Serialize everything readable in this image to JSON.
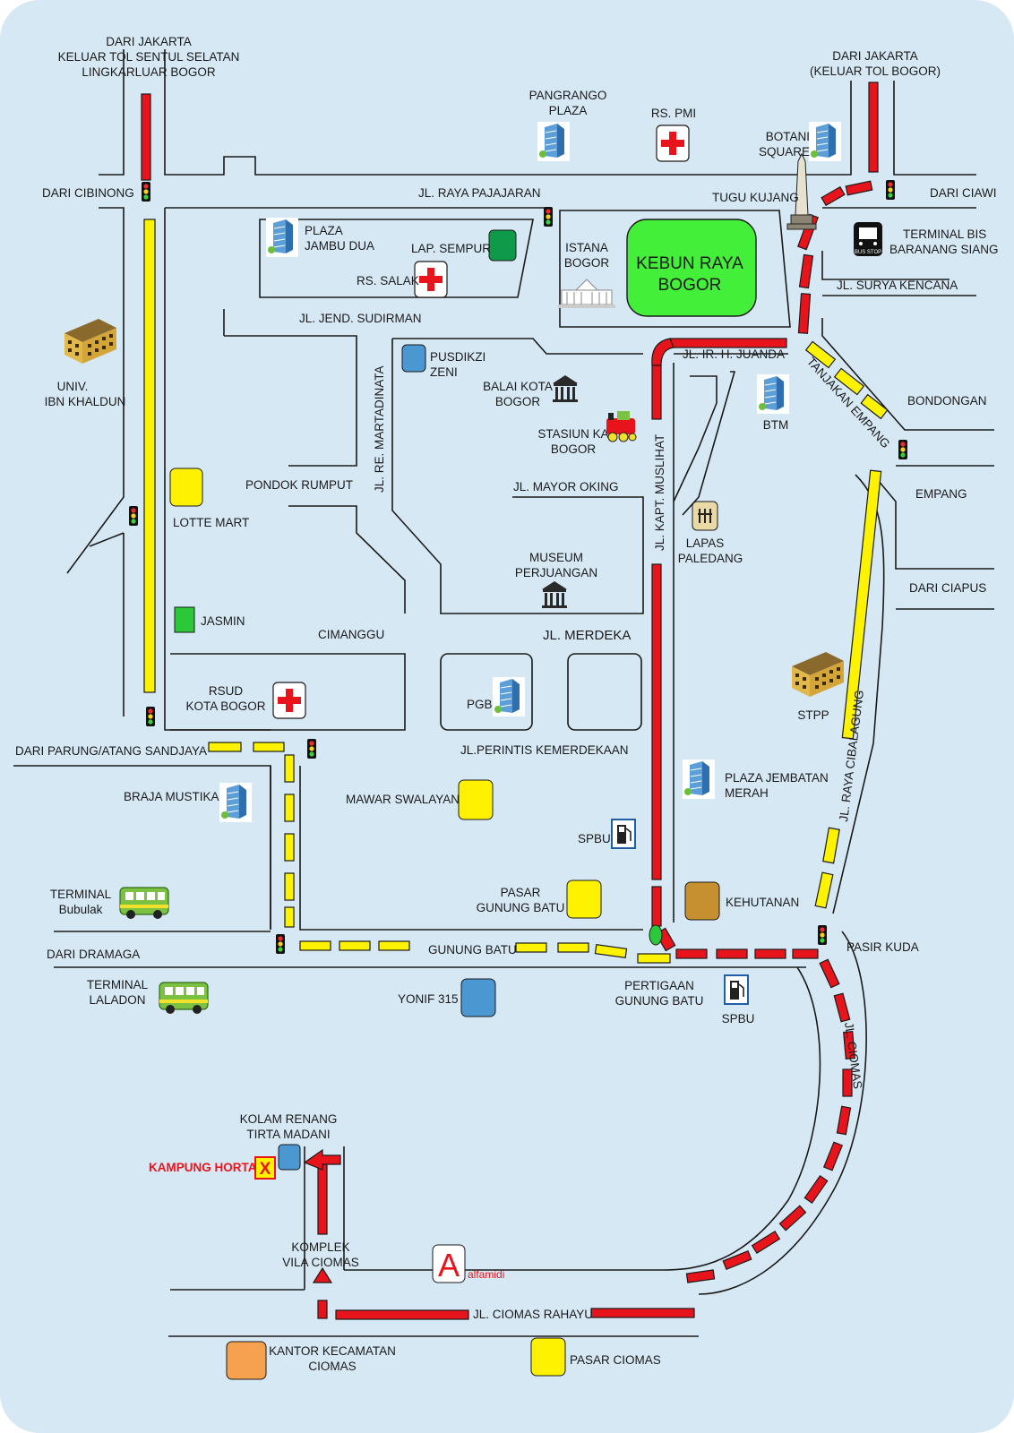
{
  "labels": {
    "dari_jakarta_tol_sentul": [
      "DARI JAKARTA",
      "KELUAR TOL SENTUL SELATAN",
      "LINGKARLUAR BOGOR"
    ],
    "dari_jakarta_tol_bogor": [
      "DARI JAKARTA",
      "(KELUAR TOL BOGOR)"
    ],
    "pangrango_plaza": [
      "PANGRANGO",
      "PLAZA"
    ],
    "rs_pmi": "RS. PMI",
    "botani_square": [
      "BOTANI",
      "SQUARE"
    ],
    "dari_cibinong": "DARI CIBINONG",
    "jl_raya_pajajaran": "JL. RAYA PAJAJARAN",
    "tugu_kujang": "TUGU KUJANG",
    "dari_ciawi": "DARI CIAWI",
    "plaza_jambu_dua": [
      "PLAZA",
      "JAMBU DUA"
    ],
    "lap_sempur": "LAP. SEMPUR",
    "rs_salak": "RS. SALAK",
    "istana_bogor": [
      "ISTANA",
      "BOGOR"
    ],
    "kebun_raya_bogor": [
      "KEBUN RAYA",
      "BOGOR"
    ],
    "terminal_baranang_siang": [
      "TERMINAL BIS",
      "BARANANG SIANG"
    ],
    "jl_surya_kencana": "JL. SURYA KENCANA",
    "jl_jend_sudirman": "JL. JEND. SUDIRMAN",
    "pusdikzi_zeni": [
      "PUSDIKZI",
      "ZENI"
    ],
    "jl_ir_h_juanda": "JL. IR. H. JUANDA",
    "tanjakan_empang": "TANJAKAN EMPANG",
    "bondongan": "BONDONGAN",
    "univ_ibn_khaldun": [
      "UNIV.",
      "IBN KHALDUN"
    ],
    "balai_kota_bogor": [
      "BALAI KOTA",
      "BOGOR"
    ],
    "jl_re_martadinata": "JL. RE. MARTADINATA",
    "btm": "BTM",
    "stasiun_ka_bogor": [
      "STASIUN KA",
      "BOGOR"
    ],
    "jl_kapt_muslihat": "JL. KAPT. MUSLIHAT",
    "pondok_rumput": "PONDOK RUMPUT",
    "jl_mayor_oking": "JL. MAYOR OKING",
    "empang": "EMPANG",
    "lotte_mart": "LOTTE MART",
    "lapas_paledang": [
      "LAPAS",
      "PALEDANG"
    ],
    "museum_perjuangan": [
      "MUSEUM",
      "PERJUANGAN"
    ],
    "dari_ciapus": "DARI CIAPUS",
    "jasmin": "JASMIN",
    "cimanggu": "CIMANGGU",
    "jl_merdeka": "JL. MERDEKA",
    "rsud_kota_bogor": [
      "RSUD",
      "KOTA BOGOR"
    ],
    "pgb": "PGB",
    "stpp": "STPP",
    "jl_raya_cibalagung": "JL. RAYA CIBALAGUNG",
    "dari_parung": "DARI PARUNG/ATANG SANDJAYA",
    "jl_perintis_kemerdekaan": "JL.PERINTIS KEMERDEKAAN",
    "plaza_jembatan_merah": [
      "PLAZA JEMBATAN",
      "MERAH"
    ],
    "braja_mustika": "BRAJA MUSTIKA",
    "mawar_swalayan": "MAWAR SWALAYAN",
    "spbu": "SPBU",
    "terminal_bubulak": [
      "TERMINAL",
      "Bubulak"
    ],
    "pasar_gunung_batu": [
      "PASAR",
      "GUNUNG BATU"
    ],
    "kehutanan": "KEHUTANAN",
    "gunung_batu": "GUNUNG BATU",
    "pasir_kuda": "PASIR KUDA",
    "dari_dramaga": "DARI DRAMAGA",
    "terminal_laladon": [
      "TERMINAL",
      "LALADON"
    ],
    "yonif_315": "YONIF 315",
    "pertigaan_gunung_batu": [
      "PERTIGAAN",
      "GUNUNG BATU"
    ],
    "spbu_2": "SPBU",
    "jl_ciomas": "JL. CIOMAS",
    "kolam_renang": [
      "KOLAM RENANG",
      "TIRTA MADANI"
    ],
    "kampung_horta": "KAMPUNG HORTA",
    "komplek_vila_ciomas": [
      "KOMPLEK",
      "VILA CIOMAS"
    ],
    "alfamidi_letter": "A",
    "alfamidi": "alfamidi",
    "jl_ciomas_rahayu": "JL. CIOMAS RAHAYU",
    "kantor_kecamatan": [
      "KANTOR KECAMATAN",
      "CIOMAS"
    ],
    "pasar_ciomas": "PASAR CIOMAS",
    "bus_stop": "BUS STOP",
    "destination_mark": "X"
  },
  "colors": {
    "background": "#d7e8f5",
    "route_red": "#e8141b",
    "route_yellow": "#fdf200",
    "kebun_green": "#44ef3a",
    "sempur_green": "#0e9a48",
    "jasmin_green": "#2dc73a",
    "blue_marker": "#4a97d2",
    "yellow_marker": "#fff200",
    "brown_marker": "#c68f2f",
    "orange_marker": "#f5a14f",
    "hospital_red": "#e8141b"
  },
  "icons": {
    "traffic_light": "traffic-light-icon",
    "hospital": "hospital-icon",
    "building": "office-building-icon",
    "campus": "campus-building-icon",
    "museum": "museum-icon",
    "train": "train-icon",
    "bus": "bus-icon",
    "fuel": "fuel-pump-icon",
    "prison": "prison-icon",
    "monument": "monument-icon",
    "palace": "palace-icon",
    "alfamidi": "alfamidi-logo"
  }
}
